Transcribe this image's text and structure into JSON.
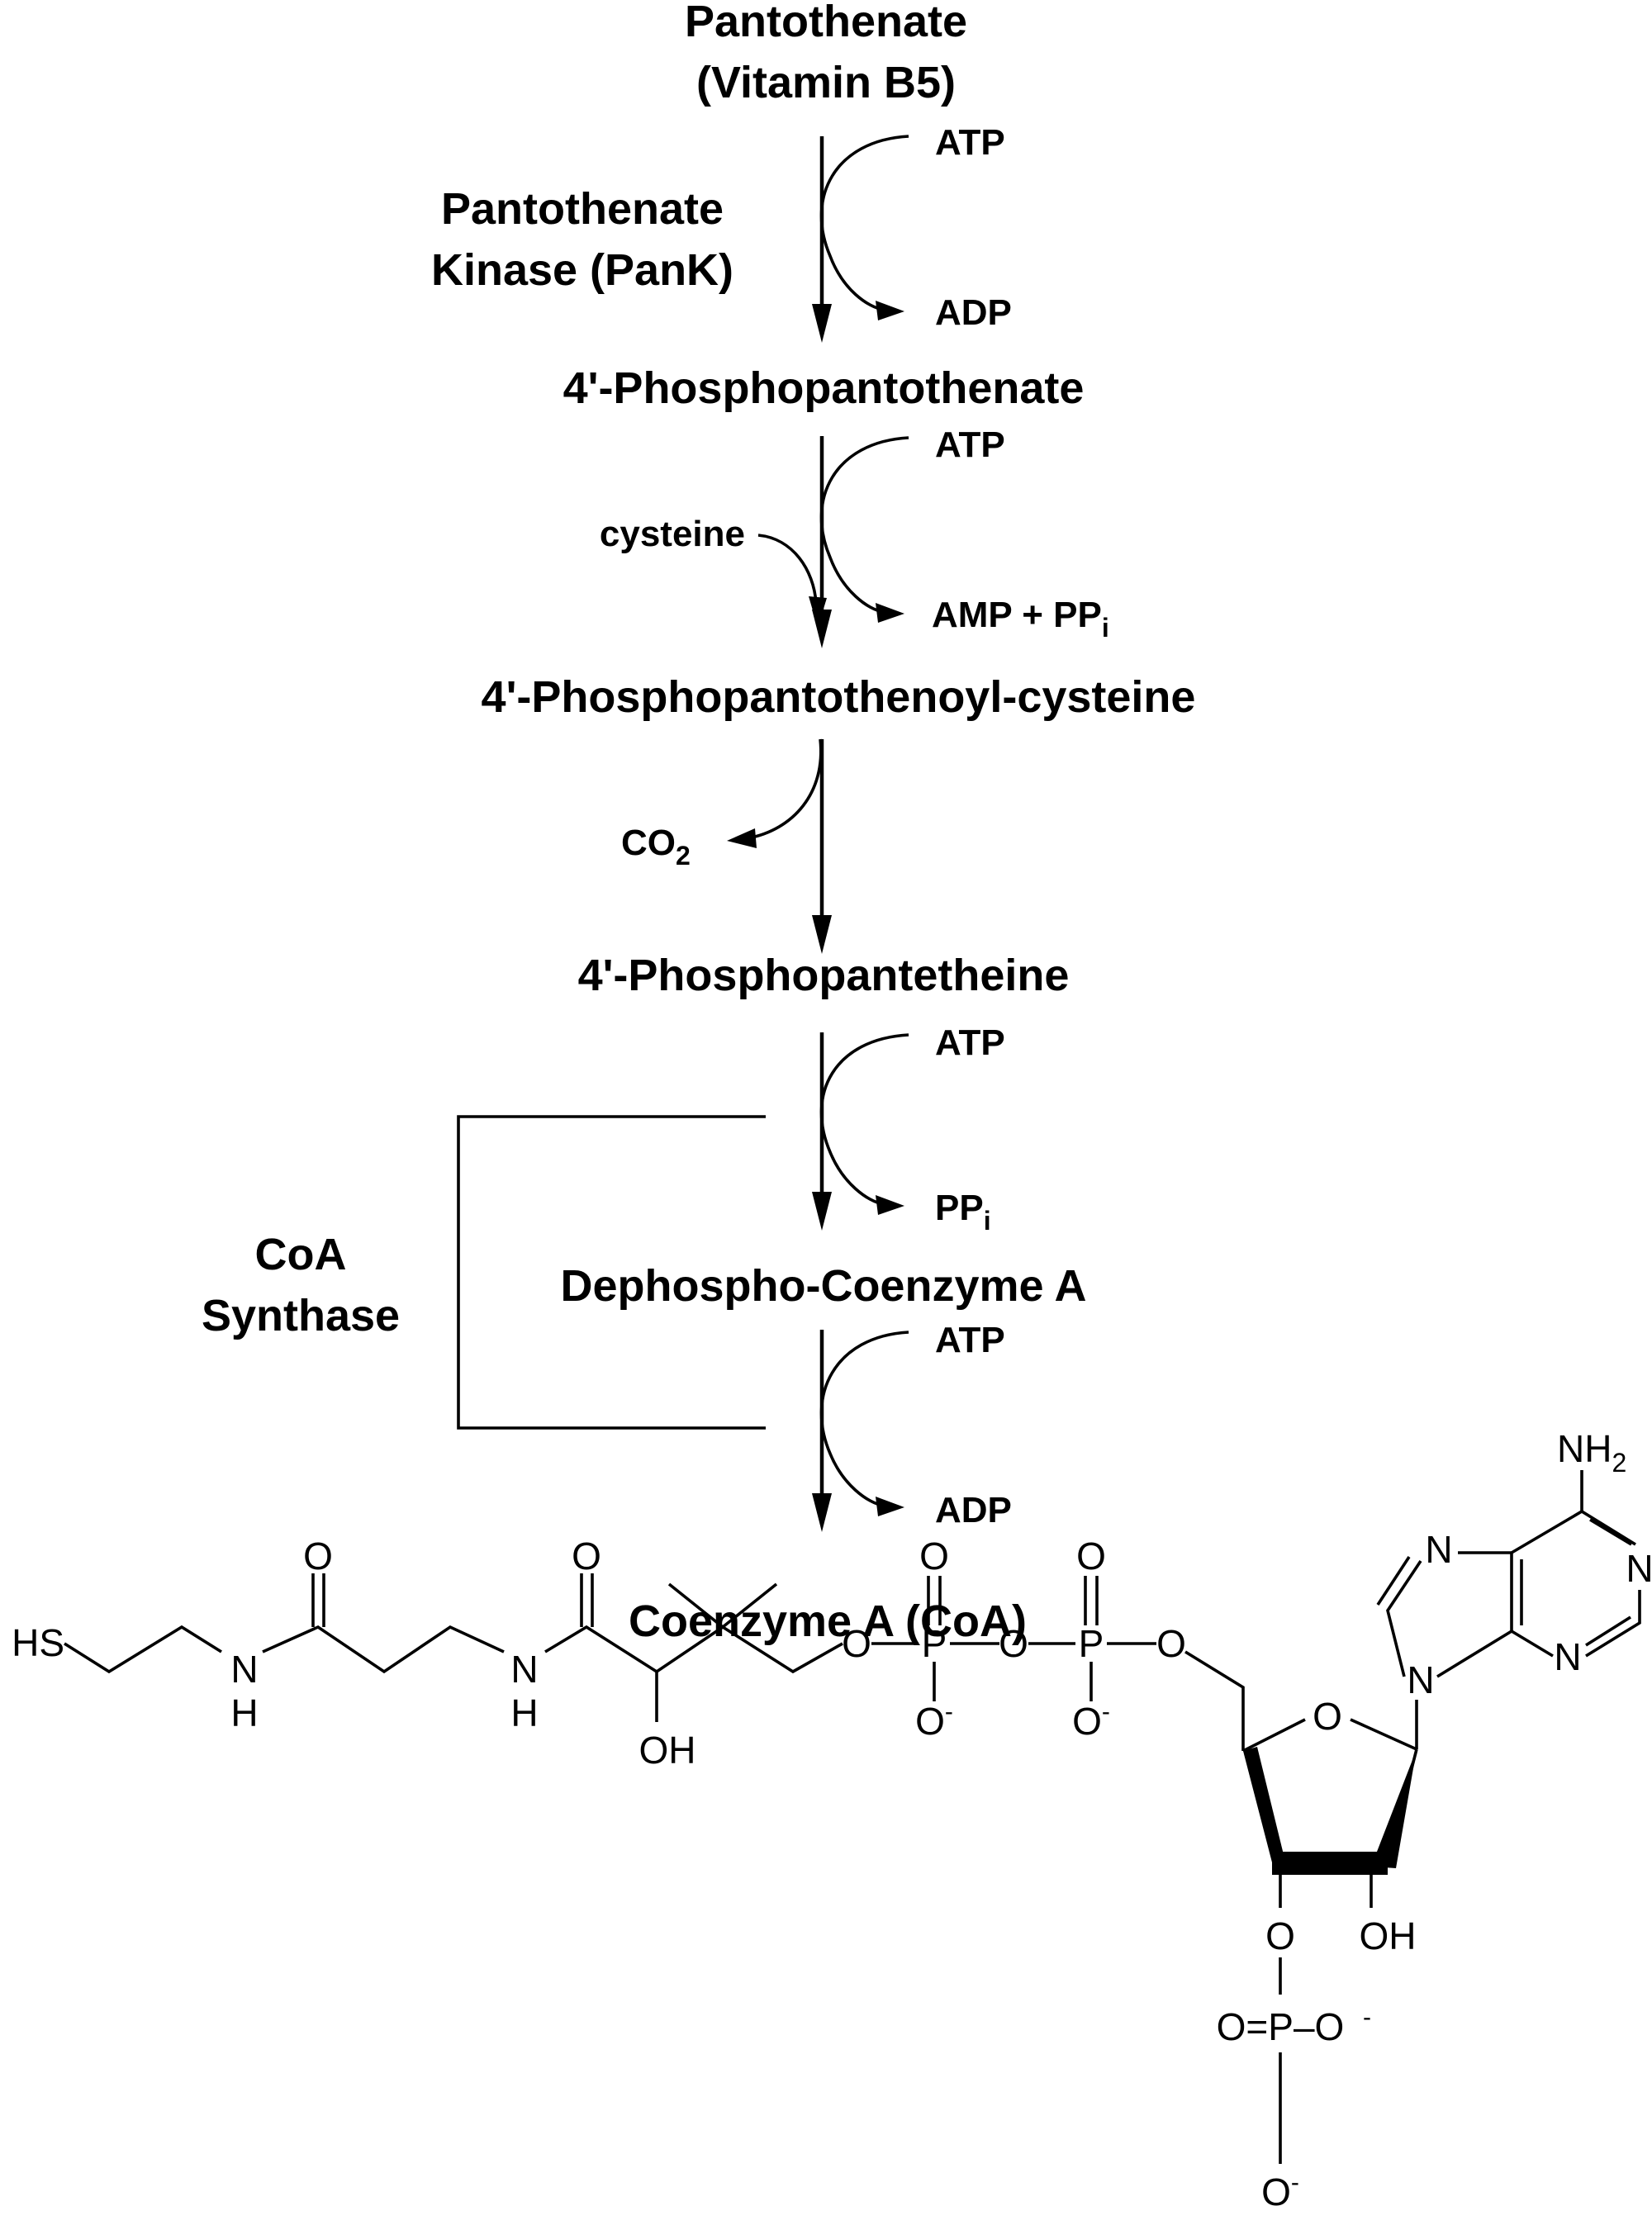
{
  "compounds": {
    "pantothenate": "Pantothenate",
    "pantothenate_alt": "(Vitamin B5)",
    "phosphopantothenate": "4'-Phosphopantothenate",
    "phosphopantothenoyl_cysteine": "4'-Phosphopantothenoyl-cysteine",
    "phosphopantetheine": "4'-Phosphopantetheine",
    "dephospho_coa": "Dephospho-Coenzyme A",
    "coa": "Coenzyme A (CoA)"
  },
  "enzymes": {
    "pank_line1": "Pantothenate",
    "pank_line2": "Kinase (PanK)",
    "coa_synthase_line1": "CoA",
    "coa_synthase_line2": "Synthase"
  },
  "steps": {
    "step1": {
      "cosubstrate": "ATP",
      "product": "ADP"
    },
    "step2": {
      "cosubstrate": "ATP",
      "side_substrate": "cysteine",
      "product_main": "AMP + PP",
      "product_sub": "i"
    },
    "step3": {
      "product_main": "CO",
      "product_sub": "2"
    },
    "step4": {
      "cosubstrate": "ATP",
      "product_main": "PP",
      "product_sub": "i"
    },
    "step5": {
      "cosubstrate": "ATP",
      "product": "ADP"
    }
  },
  "structure": {
    "thiol": "HS",
    "nh_n": "N",
    "nh_h": "H",
    "carbonyl_o": "O",
    "hydroxyl": "OH",
    "ester_o": "O",
    "phosphorus": "P",
    "phosphate_o_minus": "O",
    "minus": "-",
    "ring_o": "O",
    "amino_main": "NH",
    "amino_sub": "2",
    "ring_n": "N",
    "ribose_oh": "OH",
    "terminal_phosphate": "O=P–O",
    "terminal_o_left": "O",
    "terminal_o_right": "O",
    "terminal_o_bottom": "O"
  }
}
